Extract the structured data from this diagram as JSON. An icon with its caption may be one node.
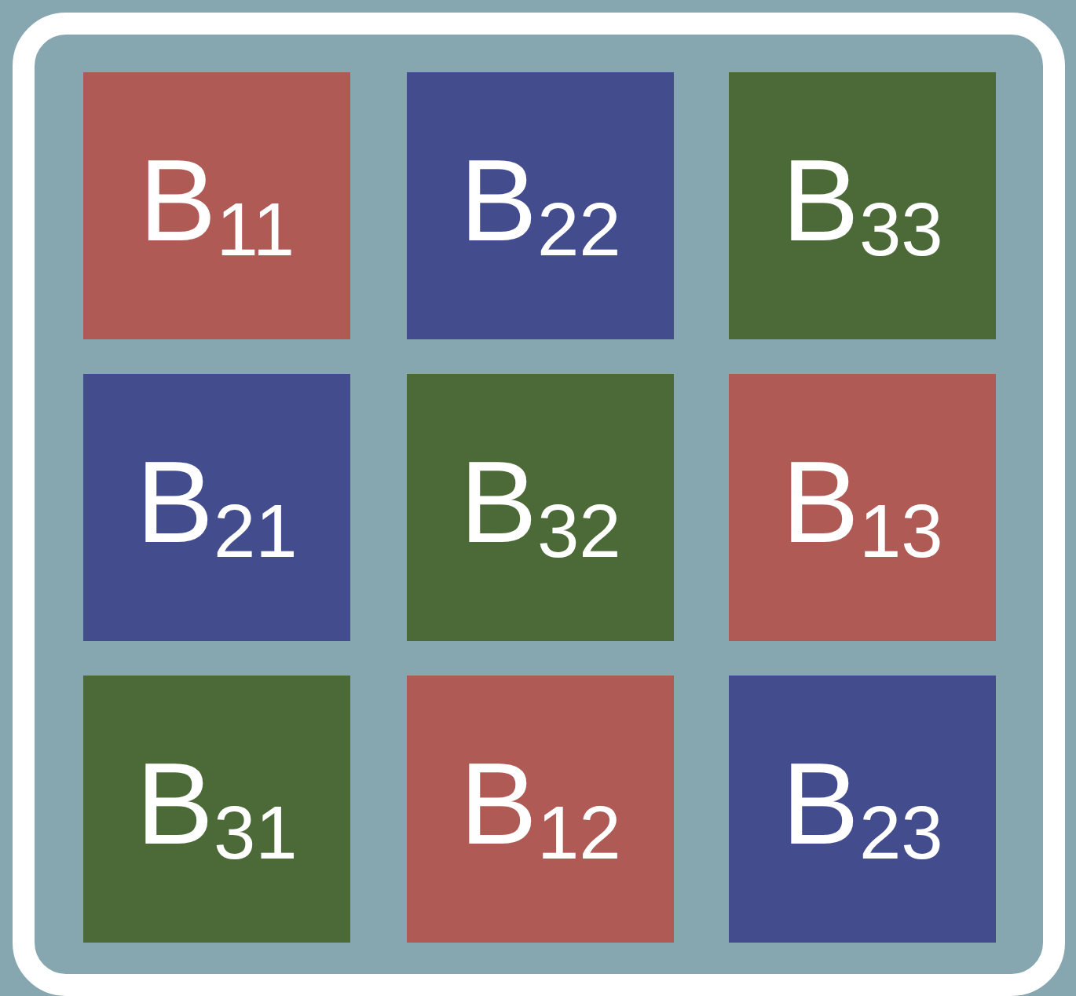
{
  "diagram": {
    "nodes": [
      {
        "text": [
          "B$_{11}$"
        ]
      },
      {
        "text": [
          "B$_{22}$"
        ]
      },
      {
        "text": [
          "B$_{33}$"
        ]
      },
      {
        "text": [
          "B$_{21}$"
        ]
      },
      {
        "text": [
          "B$_{32}$"
        ]
      },
      {
        "text": [
          "B$_{13}$"
        ]
      },
      {
        "text": [
          "B$_{31}$"
        ]
      },
      {
        "text": [
          "B$_{12}$"
        ]
      },
      {
        "text": [
          "B$_{23}$"
        ]
      }
    ]
  }
}
